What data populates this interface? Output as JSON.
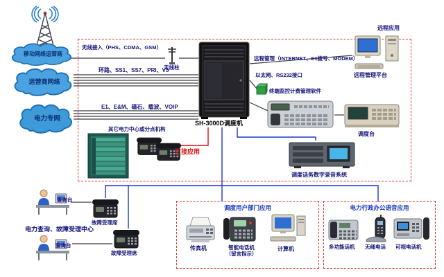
{
  "colors": {
    "line_black": "#3a3a40",
    "line_blue": "#1a35c8",
    "line_red": "#e01010",
    "dashed_box": "#e03030",
    "label_navy": "#14147a",
    "title_blue": "#1535c0",
    "cloud_fill": "#4aa3e0"
  },
  "clouds": {
    "mobile": {
      "label": "移动网络运营商"
    },
    "carrier": {
      "label": "运营商网络"
    },
    "power": {
      "label": "电力专网"
    }
  },
  "links": {
    "wireless": "无线接入（PHS、CDMA、GSM）",
    "antenna_post": "天线柱",
    "trunks": "环路、SS1、SS7、PRI、V5",
    "power_lines": "E1、E&M、磁石、载波、VOIP",
    "remote_mgmt": "远程管理（INTERNET、E1拨号、MODEM）",
    "ethernet": "以太网、RS232接口"
  },
  "core": {
    "label": "SH-3000D调度机"
  },
  "right_side": {
    "remote_app": "远程应用",
    "remote_platform": "远程管理平台",
    "terminal_software": "终端监控计费管理软件",
    "console": "调度台",
    "recorder": "调度话务数字录音系统"
  },
  "tandem": {
    "label": "汇接应用",
    "other_centers": "其它电力中心或分点机构"
  },
  "service_center": {
    "title": "电力查询、故障受理中心",
    "query_desk_1": "查询台",
    "query_desk_2": "查询台",
    "fault_desk_1": "故障受理席",
    "fault_desk_2": "故障受理席"
  },
  "dispatch_users": {
    "title": "调度用户部门应用",
    "fax": "传真机",
    "smart_phone_line1": "智能电话机",
    "smart_phone_line2": "（留言指示）",
    "computer": "计算机"
  },
  "admin_voice": {
    "title": "电力行政办公语音应用",
    "multi_phone": "多功能话机",
    "cordless_phone": "无绳电话",
    "video_phone": "可视电话机"
  }
}
